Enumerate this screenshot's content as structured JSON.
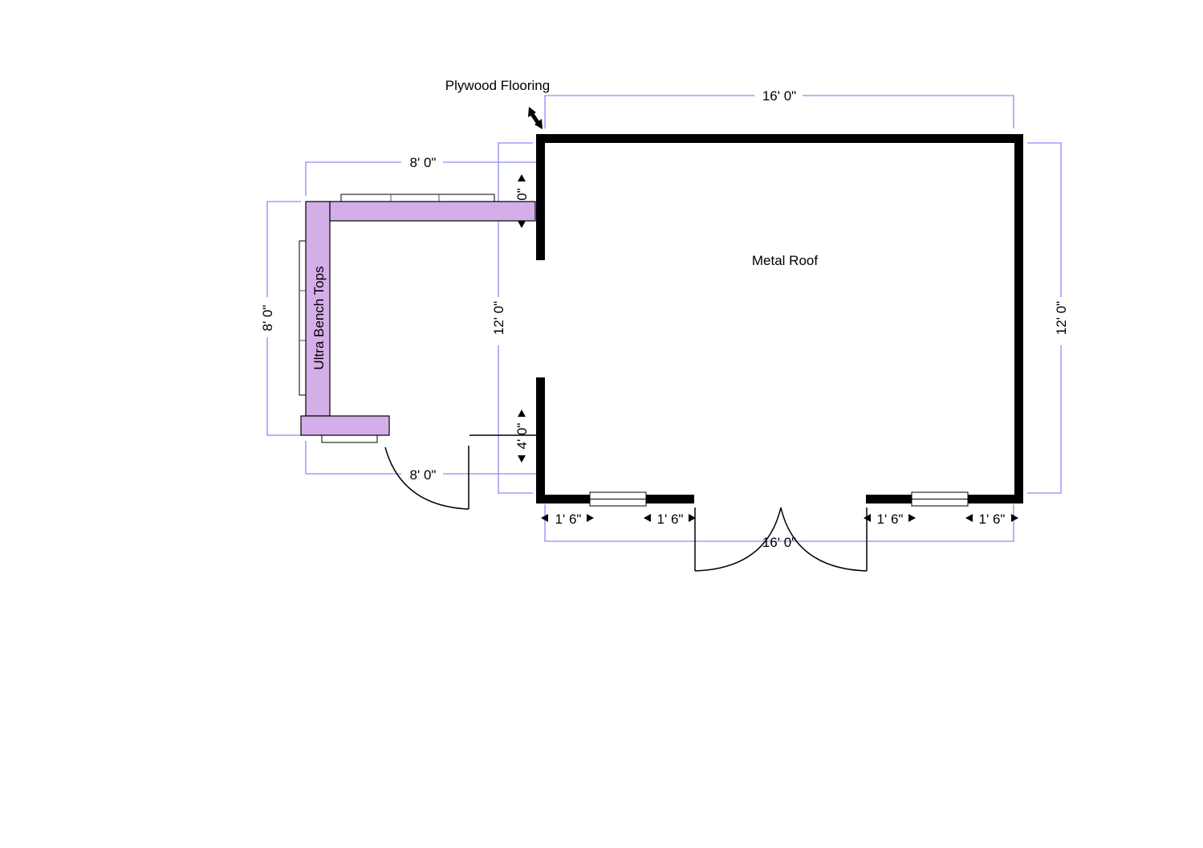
{
  "labels": {
    "plywood_flooring": "Plywood Flooring",
    "metal_roof": "Metal Roof",
    "ultra_bench_tops": "Ultra Bench Tops"
  },
  "dimensions": {
    "shed_top_width": "16' 0\"",
    "shed_bottom_width": "16' 0\"",
    "shed_right_depth": "12' 0\"",
    "shed_left_depth": "12' 0\"",
    "bench_top_length": "8' 0\"",
    "bench_side_length": "8' 0\"",
    "bench_bottom_length": "8' 0\"",
    "upper_offset": "0\"",
    "opening_offset": "4' 0\"",
    "window1_left": "1' 6\"",
    "window1_right": "1' 6\"",
    "window2_left": "1' 6\"",
    "window2_right": "1' 6\""
  },
  "colors": {
    "bench": "#d4aee8",
    "dimension_line": "#8c8cf5",
    "wall": "#000000"
  }
}
